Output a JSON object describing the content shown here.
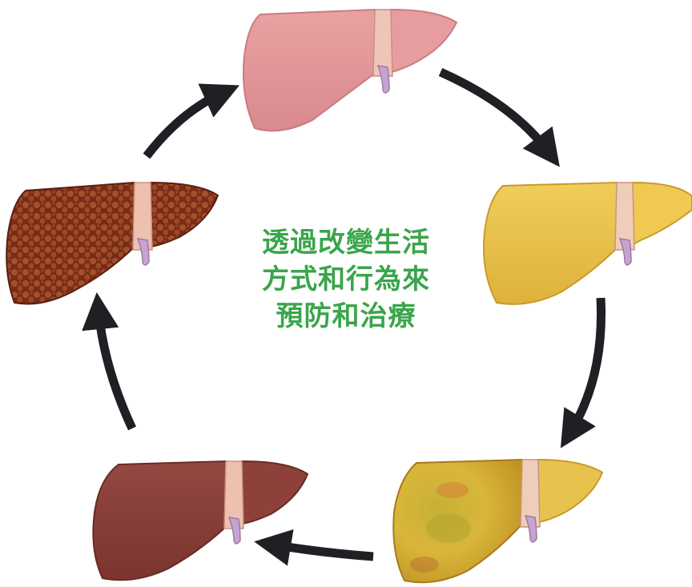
{
  "center_caption": {
    "line1": "透過改變生活",
    "line2": "方式和行為來",
    "line3": "預防和治療"
  },
  "stages": [
    {
      "id": "healthy",
      "icon": "healthy-liver-icon",
      "color": "#e3989a"
    },
    {
      "id": "fatty",
      "icon": "fatty-liver-icon",
      "color": "#e8c24e"
    },
    {
      "id": "inflamed",
      "icon": "inflamed-fatty-liver-icon",
      "color": "#c9a22a"
    },
    {
      "id": "fibrosis",
      "icon": "fibrotic-liver-icon",
      "color": "#8a3b34"
    },
    {
      "id": "cirrhosis",
      "icon": "cirrhotic-liver-icon",
      "color": "#7a2c1c"
    }
  ],
  "colors": {
    "arrow": "#1f1f24",
    "caption": "#3aa54a",
    "ligament": "#e8b6a8",
    "gallbladder": "#c7a3cf"
  }
}
